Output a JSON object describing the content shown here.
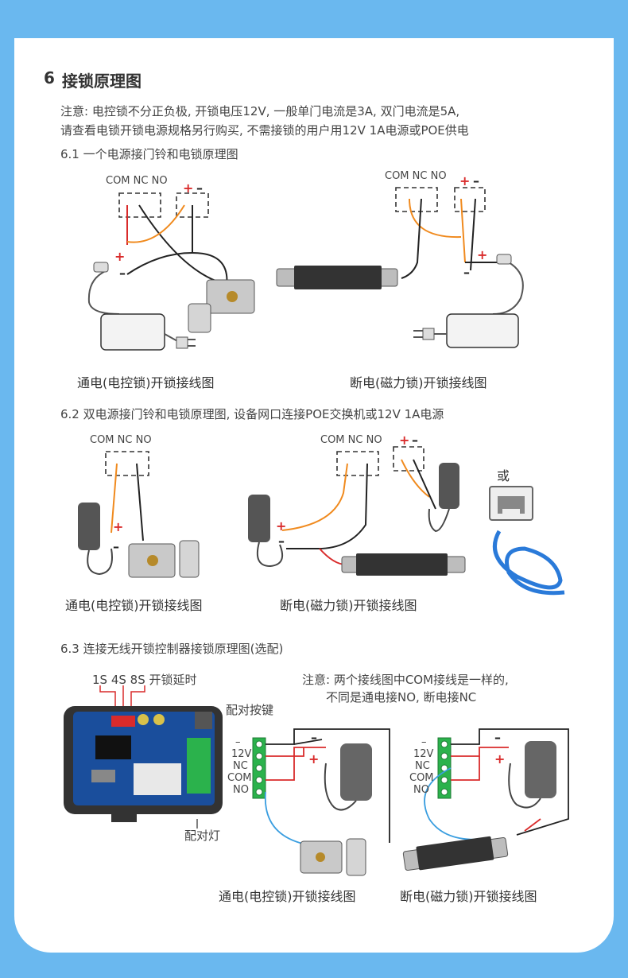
{
  "section": {
    "number": "6",
    "title": "接锁原理图",
    "note_line1": "注意: 电控锁不分正负极, 开锁电压12V, 一般单门电流是3A, 双门电流是5A,",
    "note_line2": "请查看电锁开锁电源规格另行购买, 不需接锁的用户用12V 1A电源或POE供电"
  },
  "s61": {
    "title": "6.1  一个电源接门铃和电锁原理图",
    "term_left": "COM NC NO",
    "term_right": "COM NC NO",
    "caption_left": "通电(电控锁)开锁接线图",
    "caption_right": "断电(磁力锁)开锁接线图"
  },
  "s62": {
    "title": "6.2  双电源接门铃和电锁原理图, 设备网口连接POE交换机或12V 1A电源",
    "term_left": "COM  NC  NO",
    "term_right": "COM  NC  NO",
    "or_label": "或",
    "caption_left": "通电(电控锁)开锁接线图",
    "caption_right": "断电(磁力锁)开锁接线图"
  },
  "s63": {
    "title": "6.3  连接无线开锁控制器接锁原理图(选配)",
    "delay_label": "1S  4S  8S  开锁延时",
    "pair_button": "配对按键",
    "pair_light": "配对灯",
    "note_line1": "注意: 两个接线图中COM接线是一样的,",
    "note_line2": "不同是通电接NO, 断电接NC",
    "terminals": [
      "–",
      "12V",
      "NC",
      "COM",
      "NO"
    ],
    "caption_left": "通电(电控锁)开锁接线图",
    "caption_right": "断电(磁力锁)开锁接线图"
  },
  "symbols": {
    "plus": "+",
    "minus": "–"
  },
  "colors": {
    "frame": "#6ab8ef",
    "wire_orange": "#f08a1e",
    "wire_red": "#d92b2b",
    "wire_black": "#222222",
    "wire_blue": "#3a9ee0",
    "terminal_green": "#2bb24c"
  }
}
